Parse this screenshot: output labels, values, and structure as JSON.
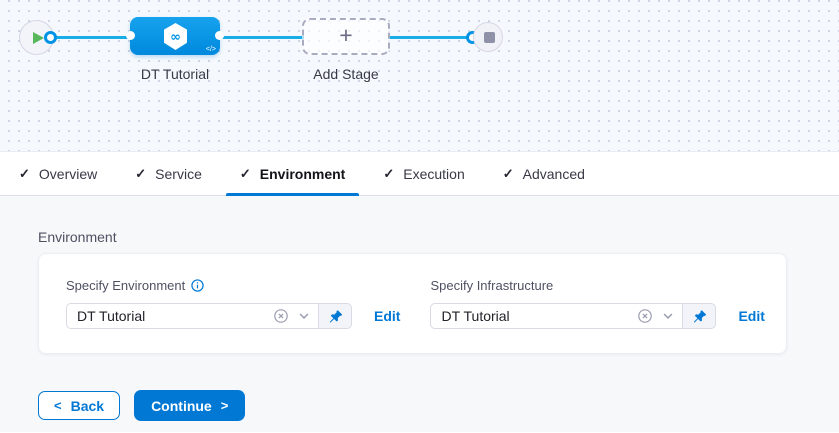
{
  "glyphs": {
    "check": "✓",
    "plus": "+",
    "infinity": "∞",
    "code_badge": "</>",
    "chevron_left": "<",
    "chevron_right": ">"
  },
  "colors": {
    "accent_blue": "#0278d5",
    "node_blue": "#0092e4",
    "edge_cyan": "#18ace8",
    "play_green": "#58b75b",
    "stop_gray": "#8f91a8"
  },
  "canvas": {
    "stage_node_label": "DT Tutorial",
    "add_stage_label": "Add Stage"
  },
  "tabs": [
    {
      "label": "Overview",
      "checked": true,
      "active": false
    },
    {
      "label": "Service",
      "checked": true,
      "active": false
    },
    {
      "label": "Environment",
      "checked": true,
      "active": true
    },
    {
      "label": "Execution",
      "checked": true,
      "active": false
    },
    {
      "label": "Advanced",
      "checked": true,
      "active": false
    }
  ],
  "environment": {
    "section_title": "Environment",
    "fields": [
      {
        "label": "Specify Environment",
        "has_info": true,
        "value": "DT Tutorial",
        "edit": "Edit"
      },
      {
        "label": "Specify Infrastructure",
        "has_info": false,
        "value": "DT Tutorial",
        "edit": "Edit"
      }
    ]
  },
  "footer": {
    "back": "Back",
    "continue": "Continue"
  }
}
